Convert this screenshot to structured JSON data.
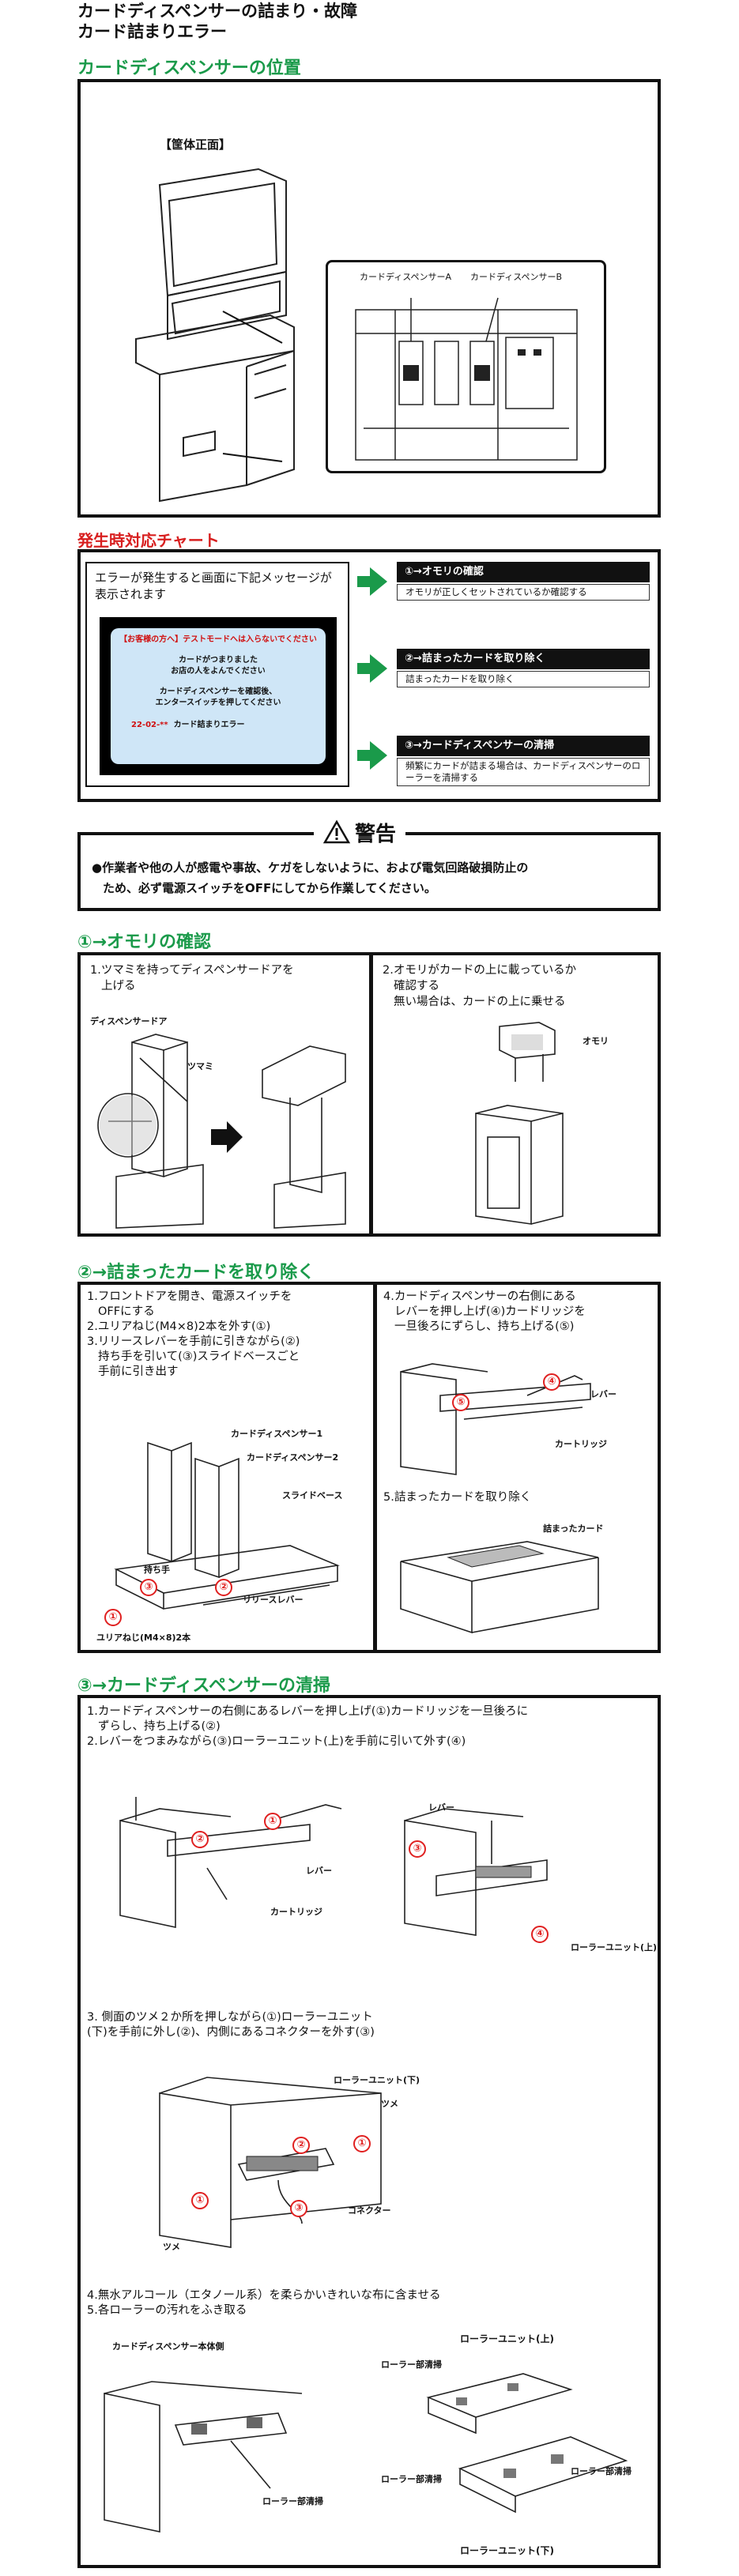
{
  "header": {
    "title_line1": "カードディスペンサーの詰まり・故障",
    "title_line2": "カード詰まりエラー"
  },
  "location": {
    "heading": "カードディスペンサーの位置",
    "front_label": "【筐体正面】",
    "dispenser_a": "カードディスペンサーA",
    "dispenser_b": "カードディスペンサーB"
  },
  "chart": {
    "heading": "発生時対応チャート",
    "intro": "エラーが発生すると画面に下記メッセージが表示されます",
    "screen": {
      "notice": "【お客様の方へ】テストモードへは入らないでください",
      "line1": "カードがつまりました",
      "line2": "お店の人をよんでください",
      "line3": "カードディスペンサーを確認後、",
      "line4": "エンタースイッチを押してください",
      "code": "22-02-**",
      "code_label": "カード詰まりエラー"
    },
    "steps": [
      {
        "title": "①→オモリの確認",
        "desc": "オモリが正しくセットされているか確認する"
      },
      {
        "title": "②→詰まったカードを取り除く",
        "desc": "詰まったカードを取り除く"
      },
      {
        "title": "③→カードディスペンサーの清掃",
        "desc": "頻繁にカードが詰まる場合は、カードディスペンサーのローラーを清掃する"
      }
    ]
  },
  "warning": {
    "title": "警告",
    "icon": "warning-triangle-icon",
    "text1": "●作業者や他の人が感電や事故、ケガをしないように、および電気回路破損防止の",
    "text2": "ため、必ず電源スイッチをOFFにしてから作業してください。"
  },
  "section1": {
    "heading": "①→オモリの確認",
    "left_text1": "1.ツマミを持ってディスペンサードアを",
    "left_text2": "上げる",
    "label_door": "ディスペンサードア",
    "label_knob": "ツマミ",
    "right_text1": "2.オモリがカードの上に載っているか",
    "right_text2": "確認する",
    "right_text3": "無い場合は、カードの上に乗せる",
    "label_weight": "オモリ"
  },
  "section2": {
    "heading": "②→詰まったカードを取り除く",
    "left_lines": [
      "1.フロントドアを開き、電源スイッチを",
      "OFFにする",
      "2.ユリアねじ(M4×8)2本を外す(①)",
      "3.リリースレバーを手前に引きながら(②)",
      "持ち手を引いて(③)スライドベースごと",
      "手前に引き出す"
    ],
    "label_disp1": "カードディスペンサー1",
    "label_disp2": "カードディスペンサー2",
    "label_slide": "スライドベース",
    "label_handle": "持ち手",
    "label_release": "リリースレバー",
    "label_screw": "ユリアねじ(M4×8)2本",
    "right_lines": [
      "4.カードディスペンサーの右側にある",
      "レバーを押し上げ(④)カードリッジを",
      "一旦後ろにずらし、持ち上げる(⑤)"
    ],
    "label_lever": "レバー",
    "label_cartridge": "カートリッジ",
    "right_step5": "5.詰まったカードを取り除く",
    "label_stuck": "詰まったカード"
  },
  "section3": {
    "heading": "③→カードディスペンサーの清掃",
    "lines_a": [
      "1.カードディスペンサーの右側にあるレバーを押し上げ(①)カードリッジを一旦後ろに",
      "ずらし、持ち上げる(②)",
      "2.レバーをつまみながら(③)ローラーユニット(上)を手前に引いて外す(④)"
    ],
    "label_lever": "レバー",
    "label_cartridge": "カートリッジ",
    "label_roller_upper": "ローラーユニット(上)",
    "lines_b": [
      "3. 側面のツメ２か所を押しながら(①)ローラーユニット",
      "(下)を手前に外し(②)、内側にあるコネクターを外す(③)"
    ],
    "label_roller_lower": "ローラーユニット(下)",
    "label_claw": "ツメ",
    "label_connector": "コネクター",
    "lines_c": [
      "4.無水アルコール（エタノール系）を柔らかいきれいな布に含ませる",
      "5.各ローラーの汚れをふき取る"
    ],
    "label_body": "カードディスペンサー本体側",
    "label_clean": "ローラー部清掃",
    "label_roller_lower2": "ローラーユニット(下)"
  },
  "markers": {
    "c1": "①",
    "c2": "②",
    "c3": "③",
    "c4": "④",
    "c5": "⑤"
  }
}
